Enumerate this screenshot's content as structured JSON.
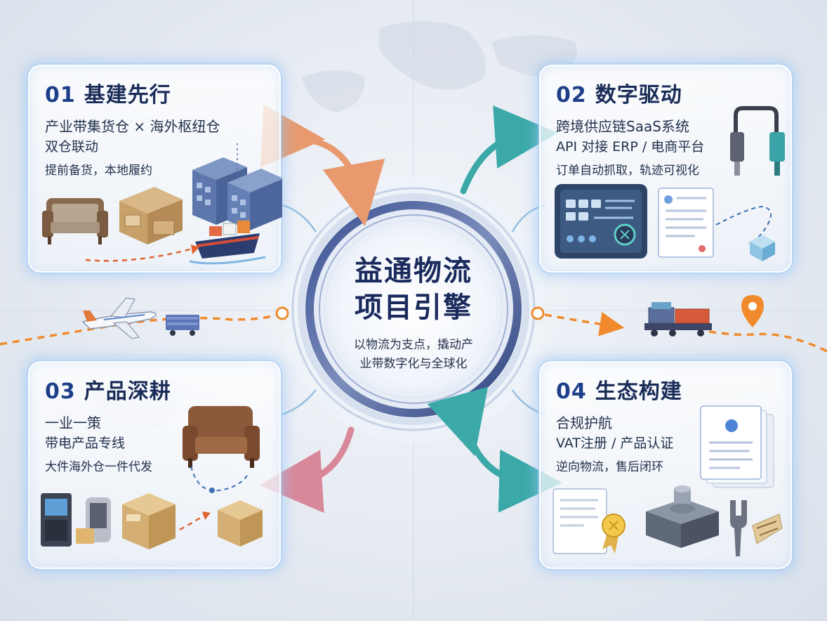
{
  "center": {
    "title_line1": "益通物流",
    "title_line2": "项目引擎",
    "subtitle_line1": "以物流为支点，撬动产",
    "subtitle_line2": "业带数字化与全球化"
  },
  "cards": [
    {
      "num": "01",
      "name": "基建先行",
      "lines": [
        "产业带集货仓 × 海外枢纽仓",
        "双仓联动",
        "提前备货，本地履约"
      ]
    },
    {
      "num": "02",
      "name": "数字驱动",
      "lines": [
        "跨境供应链SaaS系统",
        "API 对接 ERP / 电商平台",
        "订单自动抓取，轨迹可视化"
      ]
    },
    {
      "num": "03",
      "name": "产品深耕",
      "lines": [
        "一业一策",
        "带电产品专线",
        "大件海外仓一件代发"
      ]
    },
    {
      "num": "04",
      "name": "生态构建",
      "lines": [
        "合规护航",
        "VAT注册 / 产品认证",
        "逆向物流，售后闭环"
      ]
    }
  ],
  "colors": {
    "title_blue": "#1d3f8a",
    "orange_route": "#f08a2c",
    "arrow_orange": "#e89a6e",
    "arrow_teal": "#3ba9a8",
    "arrow_pink": "#d9889a",
    "ring_navy": "#2c3f7c"
  },
  "icons": [
    "airplane-icon",
    "truck-icon",
    "ship-icon",
    "sofa-icon",
    "warehouse-icon",
    "dashboard-icon",
    "document-icon",
    "plug-icon",
    "box-icon",
    "charging-cabinet-icon",
    "award-medal-icon",
    "machine-part-icon",
    "tools-icon",
    "location-pin-icon"
  ]
}
